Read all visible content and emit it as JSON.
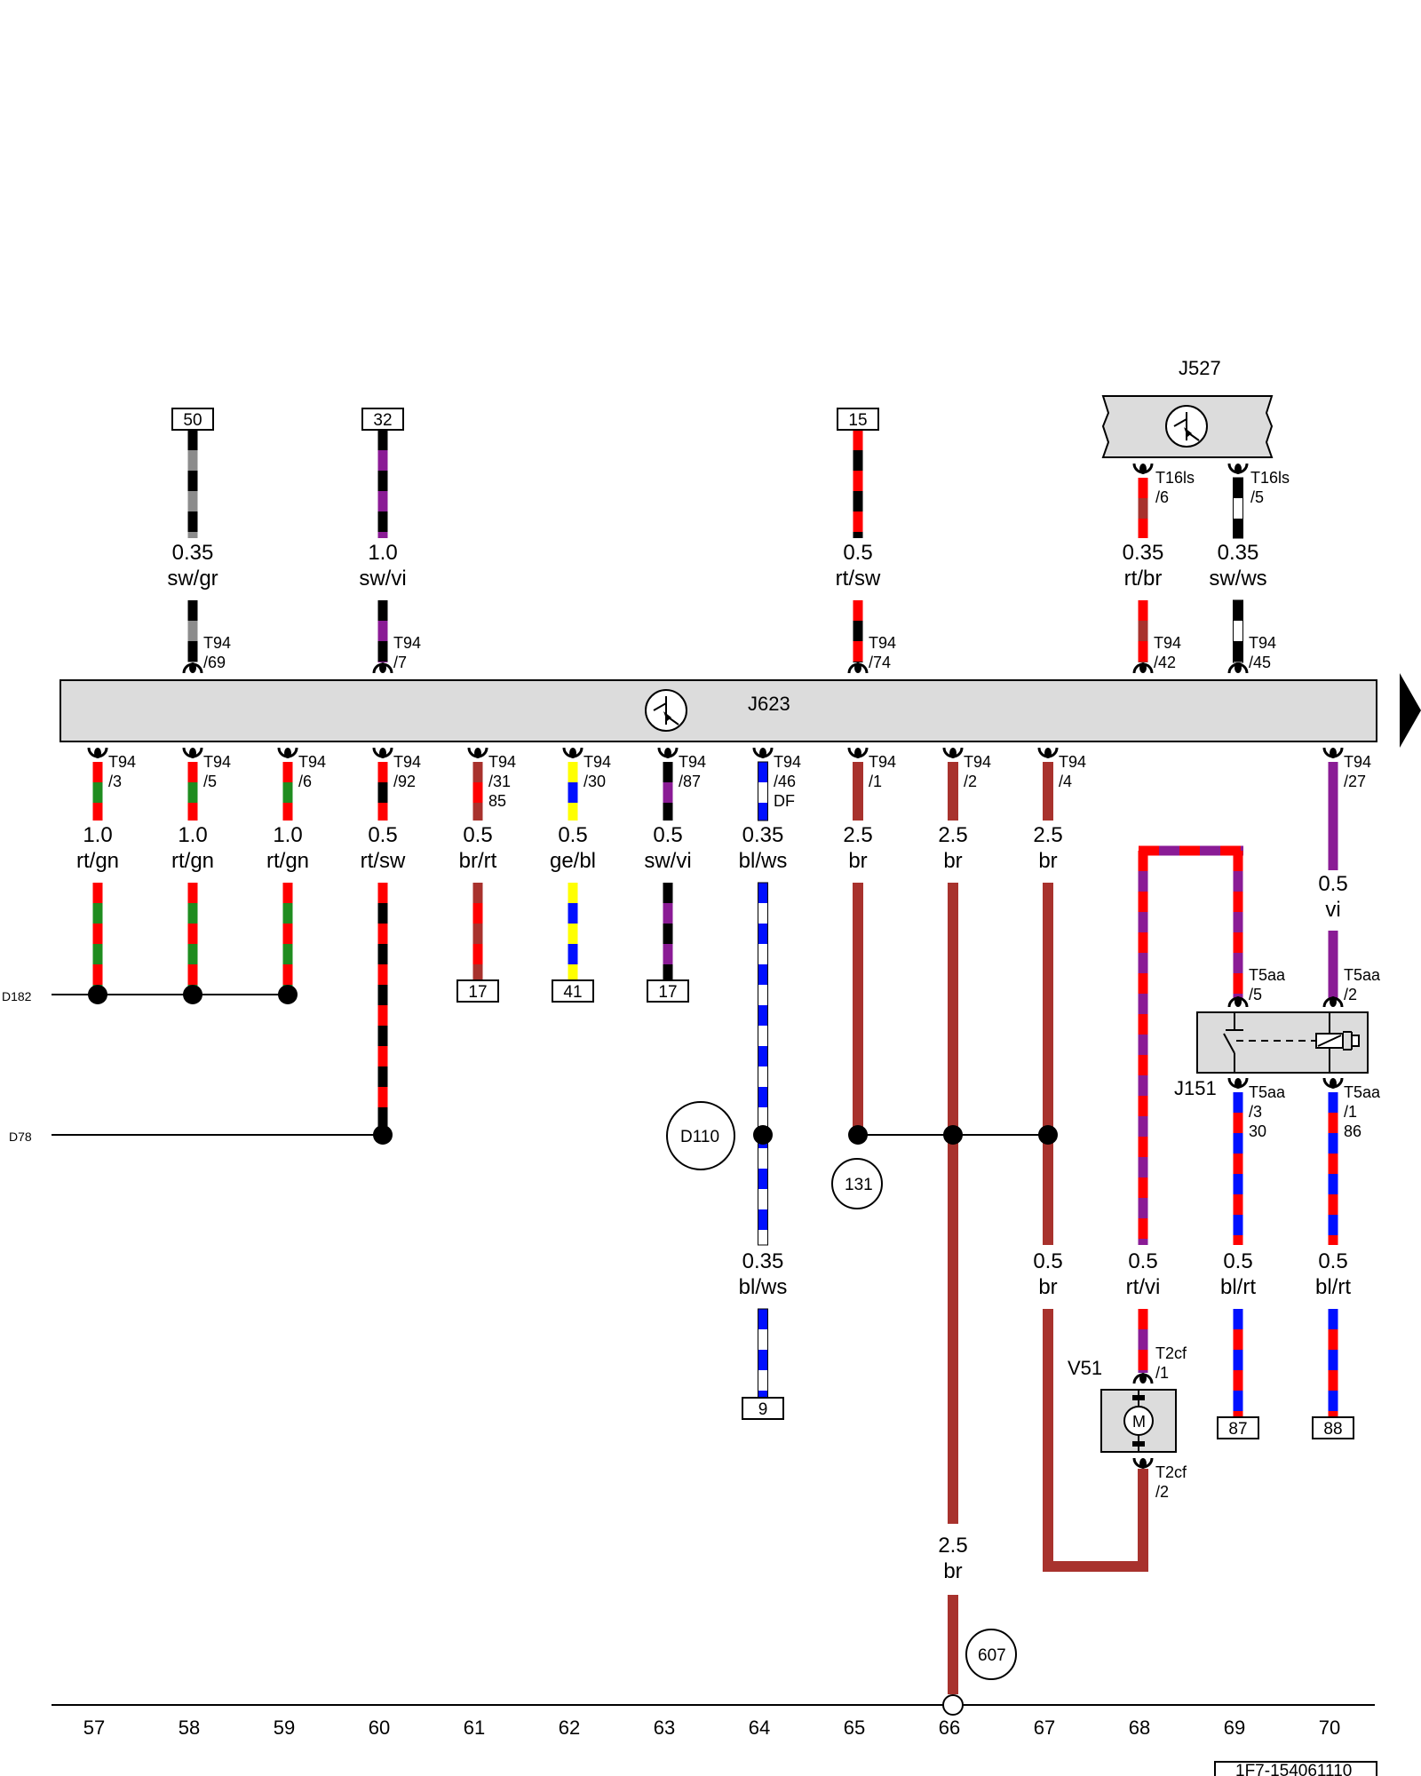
{
  "colors": {
    "rt": "#ff0000",
    "gn": "#1f8c1f",
    "sw": "#000000",
    "gr": "#8c8c8c",
    "vi": "#8a1b95",
    "br": "#a8322d",
    "ge": "#ffff00",
    "bl": "#0010ff",
    "ws": "#ffffff",
    "housing": "#dcdcdc"
  },
  "components": {
    "j623": "J623",
    "j527": "J527",
    "j151": "J151",
    "v51": "V51",
    "motor_symbol": "M"
  },
  "top_terminals": [
    {
      "id": "term-50",
      "label": "50",
      "size": "0.35",
      "color": "sw/gr",
      "pin_a": "T94",
      "pin_b": "/69"
    },
    {
      "id": "term-32",
      "label": "32",
      "size": "1.0",
      "color": "sw/vi",
      "pin_a": "T94",
      "pin_b": "/7"
    },
    {
      "id": "term-15",
      "label": "15",
      "size": "0.5",
      "color": "rt/sw",
      "pin_a": "T94",
      "pin_b": "/74"
    }
  ],
  "j527_wires": [
    {
      "id": "j527-pin6",
      "conn_a": "T16ls",
      "conn_b": "/6",
      "size": "0.35",
      "color": "rt/br",
      "pin_a": "T94",
      "pin_b": "/42"
    },
    {
      "id": "j527-pin5",
      "conn_a": "T16ls",
      "conn_b": "/5",
      "size": "0.35",
      "color": "sw/ws",
      "pin_a": "T94",
      "pin_b": "/45"
    }
  ],
  "bottom_wires": [
    {
      "pin_a": "T94",
      "pin_b": "/3",
      "pin_c": "",
      "size": "1.0",
      "color": "rt/gn"
    },
    {
      "pin_a": "T94",
      "pin_b": "/5",
      "pin_c": "",
      "size": "1.0",
      "color": "rt/gn"
    },
    {
      "pin_a": "T94",
      "pin_b": "/6",
      "pin_c": "",
      "size": "1.0",
      "color": "rt/gn"
    },
    {
      "pin_a": "T94",
      "pin_b": "/92",
      "pin_c": "",
      "size": "0.5",
      "color": "rt/sw"
    },
    {
      "pin_a": "T94",
      "pin_b": "/31",
      "pin_c": "85",
      "size": "0.5",
      "color": "br/rt",
      "dest": "17"
    },
    {
      "pin_a": "T94",
      "pin_b": "/30",
      "pin_c": "",
      "size": "0.5",
      "color": "ge/bl",
      "dest": "41"
    },
    {
      "pin_a": "T94",
      "pin_b": "/87",
      "pin_c": "",
      "size": "0.5",
      "color": "sw/vi",
      "dest": "17"
    },
    {
      "pin_a": "T94",
      "pin_b": "/46",
      "pin_c": "DF",
      "size": "0.35",
      "color": "bl/ws"
    },
    {
      "pin_a": "T94",
      "pin_b": "/1",
      "pin_c": "",
      "size": "2.5",
      "color": "br"
    },
    {
      "pin_a": "T94",
      "pin_b": "/2",
      "pin_c": "",
      "size": "2.5",
      "color": "br"
    },
    {
      "pin_a": "T94",
      "pin_b": "/4",
      "pin_c": "",
      "size": "2.5",
      "color": "br"
    },
    {
      "pin_a": "T94",
      "pin_b": "/27",
      "pin_c": "",
      "size": "0.5",
      "color": "vi"
    }
  ],
  "connections": {
    "d182": "D182",
    "d78": "D78",
    "d110": "D110",
    "ground_131": "131",
    "ground_607": "607"
  },
  "lower_wires": {
    "bl_ws": {
      "size": "0.35",
      "color": "bl/ws",
      "dest": "9"
    },
    "br_67": {
      "size": "0.5",
      "color": "br"
    },
    "br_66": {
      "size": "2.5",
      "color": "br"
    },
    "rt_vi": {
      "size": "0.5",
      "color": "rt/vi"
    },
    "bl_rt_69": {
      "size": "0.5",
      "color": "bl/rt",
      "dest": "87"
    },
    "bl_rt_70": {
      "size": "0.5",
      "color": "bl/rt",
      "dest": "88"
    }
  },
  "relay_pins": {
    "p5": {
      "a": "T5aa",
      "b": "/5"
    },
    "p2": {
      "a": "T5aa",
      "b": "/2"
    },
    "p3": {
      "a": "T5aa",
      "b": "/3",
      "c": "30"
    },
    "p1": {
      "a": "T5aa",
      "b": "/1",
      "c": "86"
    }
  },
  "motor_pins": {
    "p1": {
      "a": "T2cf",
      "b": "/1"
    },
    "p2": {
      "a": "T2cf",
      "b": "/2"
    }
  },
  "column_numbers": [
    "57",
    "58",
    "59",
    "60",
    "61",
    "62",
    "63",
    "64",
    "65",
    "66",
    "67",
    "68",
    "69",
    "70"
  ],
  "doc_id": "1F7-154061110"
}
